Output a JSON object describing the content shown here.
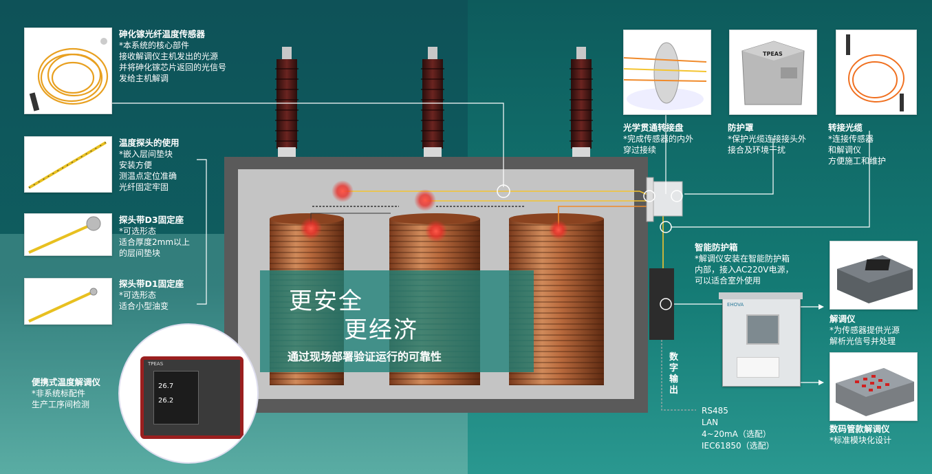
{
  "sensor": {
    "title": "砷化镓光纤温度传感器",
    "lines": [
      "*本系统的核心部件",
      "接收解调仪主机发出的光源",
      "并将砷化镓芯片返回的光信号",
      "发给主机解调"
    ]
  },
  "probe_use": {
    "title": "温度探头的使用",
    "lines": [
      "*嵌入层间垫块",
      "安装方便",
      "测温点定位准确",
      "光纤固定牢固"
    ]
  },
  "probe_d3": {
    "title": "探头带D3固定座",
    "lines": [
      "*可选形态",
      "适合厚度2mm以上",
      "的层间垫块"
    ]
  },
  "probe_d1": {
    "title": "探头带D1固定座",
    "lines": [
      "*可选形态",
      "适合小型油变"
    ]
  },
  "portable": {
    "title": "便携式温度解调仪",
    "lines": [
      "*非系统标配件",
      "生产工序间检测"
    ]
  },
  "optical_plate": {
    "title": "光学贯通转接盘",
    "lines": [
      "*完成传感器的内外",
      "穿过接续"
    ]
  },
  "cover": {
    "title": "防护罩",
    "lines": [
      "*保护光缆连接接头外",
      "接合及环境干扰"
    ]
  },
  "patch_cable": {
    "title": "转接光缆",
    "lines": [
      "*连接传感器",
      "和解调仪",
      "方便施工和维护"
    ]
  },
  "smart_box": {
    "title": "智能防护箱",
    "lines": [
      "*解调仪安装在智能防护箱",
      "内部，接入AC220V电源，",
      "可以适合室外使用"
    ]
  },
  "demodulator": {
    "title": "解调仪",
    "lines": [
      "*为传感器提供光源",
      "解析光信号并处理"
    ]
  },
  "digital_demod": {
    "title": "数码管款解调仪",
    "lines": [
      "*标准模块化设计"
    ]
  },
  "headline": {
    "line1": "更安全",
    "line2": "更经济",
    "sub": "通过现场部署验证运行的可靠性"
  },
  "digital_out": "数字输出",
  "protocols": [
    "RS485",
    "LAN",
    "4~20mA（选配）",
    "IEC61850（选配）"
  ],
  "device_brand": "TPEAS",
  "device_readings": [
    "26.7",
    "26.2"
  ],
  "cover_brand": "TPEAS",
  "box_brand": "EHOVA",
  "colors": {
    "hotspot": "#e8302a",
    "fiber_yellow": "#f4c430",
    "fiber_orange": "#f08a2a",
    "tank": "#5a5a5a",
    "tank_inner": "#c4c4c4"
  }
}
